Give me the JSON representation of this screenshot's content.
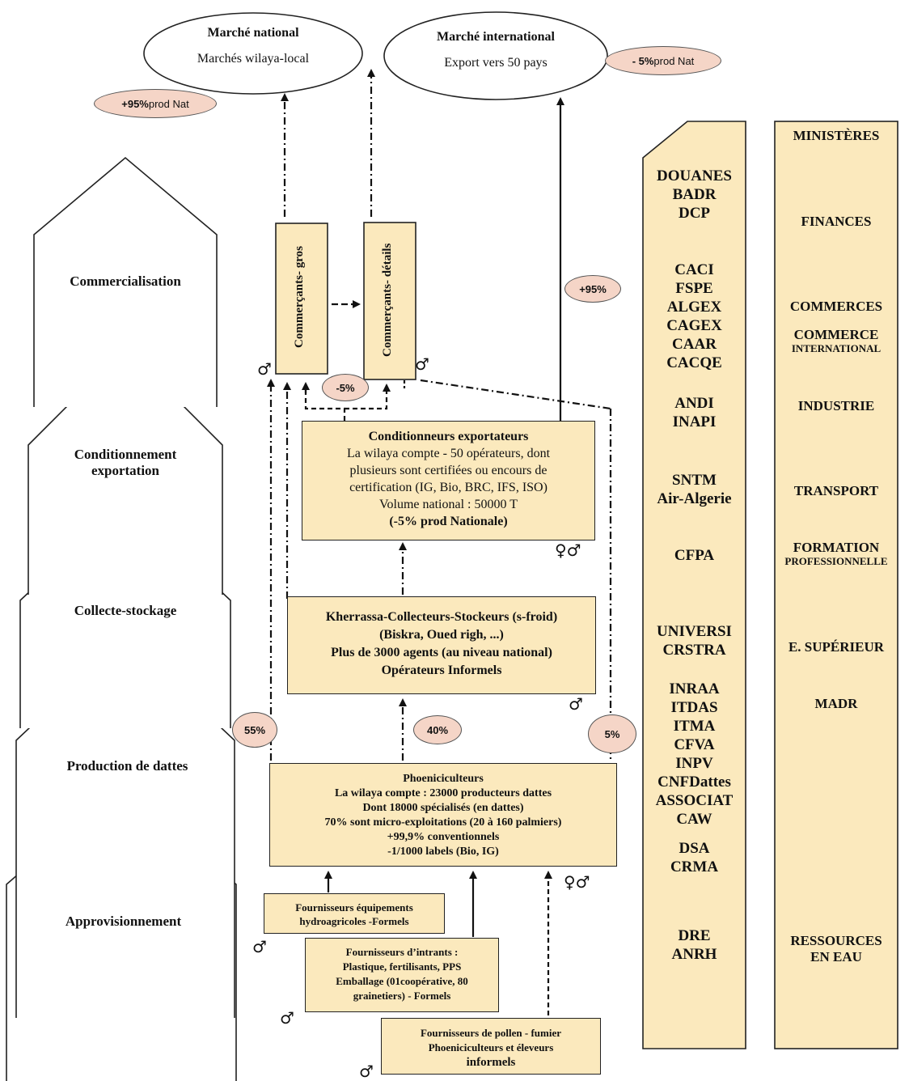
{
  "markets": {
    "national": {
      "title": "Marché national",
      "subtitle": "Marchés wilaya-local"
    },
    "international": {
      "title": "Marché international",
      "subtitle": "Export vers 50 pays"
    }
  },
  "ovals": {
    "national_share": {
      "bold": "+95%",
      "rest": " prod Nat"
    },
    "export_share": {
      "bold": "- 5%",
      "rest": " prod Nat"
    },
    "plus95": "+95%",
    "minus5": "-5%",
    "p55": "55%",
    "p40": "40%",
    "p5": "5%"
  },
  "stages": [
    "Commercialisation",
    "Conditionnement exportation",
    "Collecte-stockage",
    "Production de dattes",
    "Approvisionnement"
  ],
  "traders": {
    "gros": "Commerçants- gros",
    "details": "Commerçants- détails"
  },
  "conditionneurs": {
    "title": "Conditionneurs exportateurs",
    "lines": [
      "La wilaya compte - 50 opérateurs, dont",
      "plusieurs sont certifiées ou encours de",
      "certification (IG, Bio, BRC, IFS, ISO)",
      "Volume national : 50000 T"
    ],
    "last": "(-5% prod Nationale)"
  },
  "collecteurs": {
    "lines": [
      "Kherrassa-Collecteurs-Stockeurs (s-froid)",
      "(Biskra, Oued righ, ...)",
      "Plus de 3000 agents (au niveau national)",
      "Opérateurs Informels"
    ]
  },
  "phoeniciculteurs": {
    "lines": [
      "Phoeniciculteurs",
      "La wilaya compte : 23000 producteurs dattes",
      "Dont 18000 spécialisés (en dattes)",
      "70% sont micro-exploitations (20 à 160 palmiers)",
      "+99,9% conventionnels",
      "-1/1000 labels (Bio, IG)"
    ]
  },
  "suppliers": {
    "equipements": [
      "Fournisseurs équipements",
      "hydroagricoles -Formels"
    ],
    "intrants": [
      "Fournisseurs d’intrants :",
      "Plastique, fertilisants, PPS",
      "Emballage (01coopérative, 80",
      "grainetiers) - Formels"
    ],
    "pollen": [
      "Fournisseurs de pollen - fumier",
      "Phoeniciculteurs et éleveurs",
      "informels"
    ]
  },
  "gender": {
    "male": "♂",
    "female_male": "♀♂"
  },
  "institutions": [
    "DOUANES",
    "BADR",
    "DCP",
    "CACI",
    "FSPE",
    "ALGEX",
    "CAGEX",
    "CAAR",
    "CACQE",
    "ANDI",
    "INAPI",
    "SNTM",
    "Air-Algerie",
    "CFPA",
    "UNIVERSI",
    "CRSTRA",
    "INRAA",
    "ITDAS",
    "ITMA",
    "CFVA",
    "INPV",
    "CNFDattes",
    "ASSOCIAT",
    "CAW",
    "DSA",
    "CRMA",
    "DRE",
    "ANRH"
  ],
  "ministries": [
    {
      "big": "MINISTÈRES",
      "small": ""
    },
    {
      "big": "FINANCES",
      "small": ""
    },
    {
      "big": "COMMERCES",
      "small": ""
    },
    {
      "big": "COMMERCE",
      "small": "INTERNATIONAL"
    },
    {
      "big": "INDUSTRIE",
      "small": ""
    },
    {
      "big": "TRANSPORT",
      "small": ""
    },
    {
      "big": "FORMATION",
      "small": "PROFESSIONNELLE"
    },
    {
      "big": "E. SUPÉRIEUR",
      "small": ""
    },
    {
      "big": "MADR",
      "small": ""
    },
    {
      "big": "RESSOURCES",
      "small": "EN EAU"
    }
  ],
  "colors": {
    "box": "#fbe9bd",
    "oval": "#f5d5c7",
    "line": "#111111"
  }
}
